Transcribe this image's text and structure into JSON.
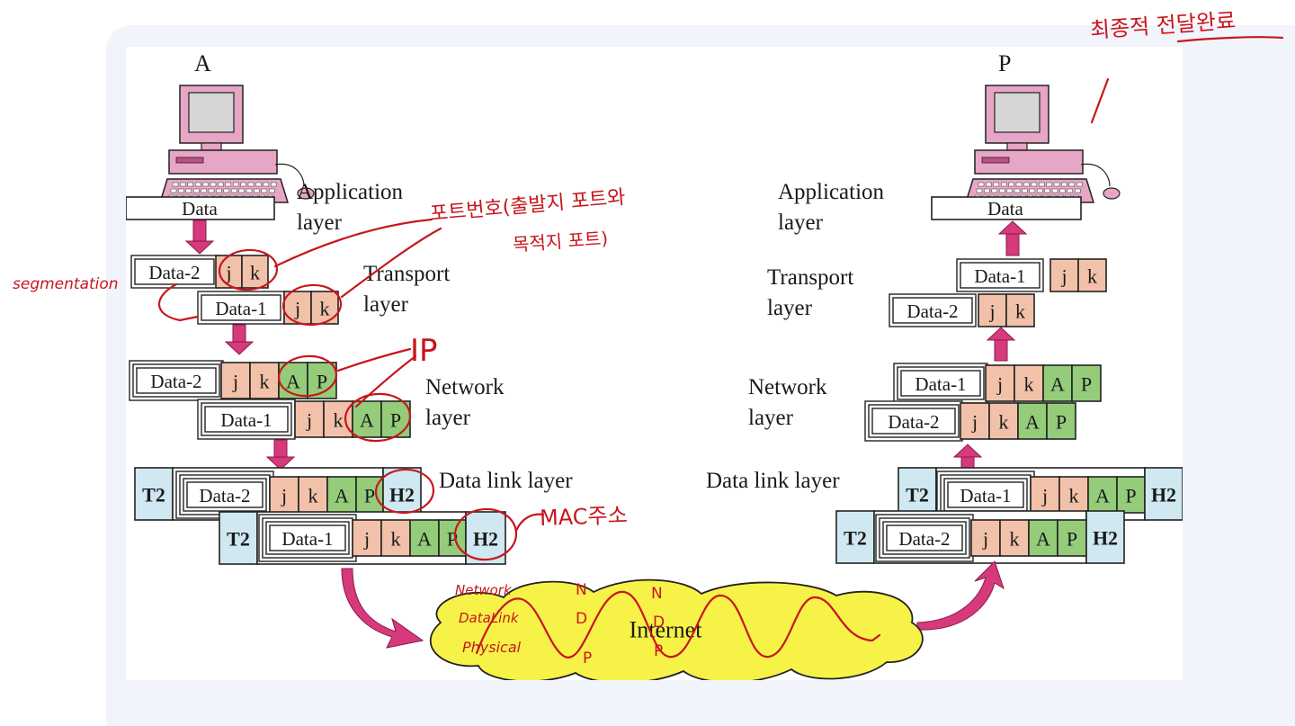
{
  "colors": {
    "port": "#f2c1a9",
    "ip": "#94cc7a",
    "trailer": "#cfe8f1",
    "arrow": "#d63a7c",
    "cloud": "#f7f248",
    "annotation": "#c8161d",
    "computer": "#e7a6c6"
  },
  "sender": {
    "node_label": "A",
    "application_label": "Application\nlayer",
    "transport_label": "Transport\nlayer",
    "network_label": "Network\nlayer",
    "datalink_label": "Data link layer",
    "data": "Data",
    "segment_1": "Data-2",
    "segment_2": "Data-1"
  },
  "receiver": {
    "node_label": "P",
    "application_label": "Application\nlayer",
    "transport_label": "Transport\nlayer",
    "network_label": "Network\nlayer",
    "datalink_label": "Data link layer",
    "data": "Data",
    "segment_1": "Data-1",
    "segment_2": "Data-2"
  },
  "headers": {
    "src_port": "j",
    "dst_port": "k",
    "src_ip": "A",
    "dst_ip": "P",
    "frame_header": "H2",
    "frame_trailer": "T2"
  },
  "internet_label": "Internet",
  "annotations": {
    "final_delivery": "최종적 전달완료",
    "port_numbers": "포트번호(출발지 포트와",
    "port_numbers_2": "목적지 포트)",
    "segmentation": "segmentation",
    "ip": "IP",
    "mac": "MAC주소",
    "layers": [
      "Network",
      "DataLink",
      "Physical"
    ],
    "hops": [
      "N",
      "D",
      "P"
    ]
  }
}
